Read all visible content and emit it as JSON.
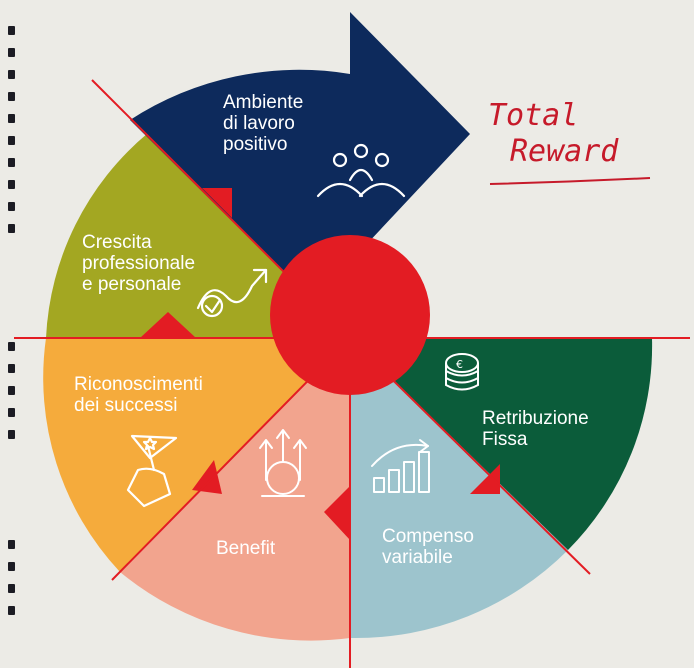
{
  "colors": {
    "background": "#ecebe6",
    "navy": "#0d2a5c",
    "olive": "#a3a722",
    "orange": "#f5ab3c",
    "salmon": "#f2a48e",
    "lightblue": "#9dc4cd",
    "green": "#0b5c3a",
    "red": "#e31c23",
    "title": "#c61a2a"
  },
  "title": {
    "line1": "Total",
    "line2": "Reward"
  },
  "segments": {
    "ambiente": {
      "line1": "Ambiente",
      "line2": "di lavoro",
      "line3": "positivo",
      "icon": "team-people-icon"
    },
    "crescita": {
      "line1": "Crescita",
      "line2": "professionale",
      "line3": "e personale",
      "icon": "growth-arrow-icon"
    },
    "riconoscimenti": {
      "line1": "Riconoscimenti",
      "line2": "dei successi",
      "icon": "hand-flag-icon"
    },
    "benefit": {
      "line1": "Benefit",
      "icon": "circle-arrows-icon"
    },
    "compenso": {
      "line1": "Compenso",
      "line2": "variabile",
      "icon": "bar-chart-trend-icon"
    },
    "retribuzione": {
      "line1": "Retribuzione",
      "line2": "Fissa",
      "icon": "euro-coins-icon"
    }
  }
}
